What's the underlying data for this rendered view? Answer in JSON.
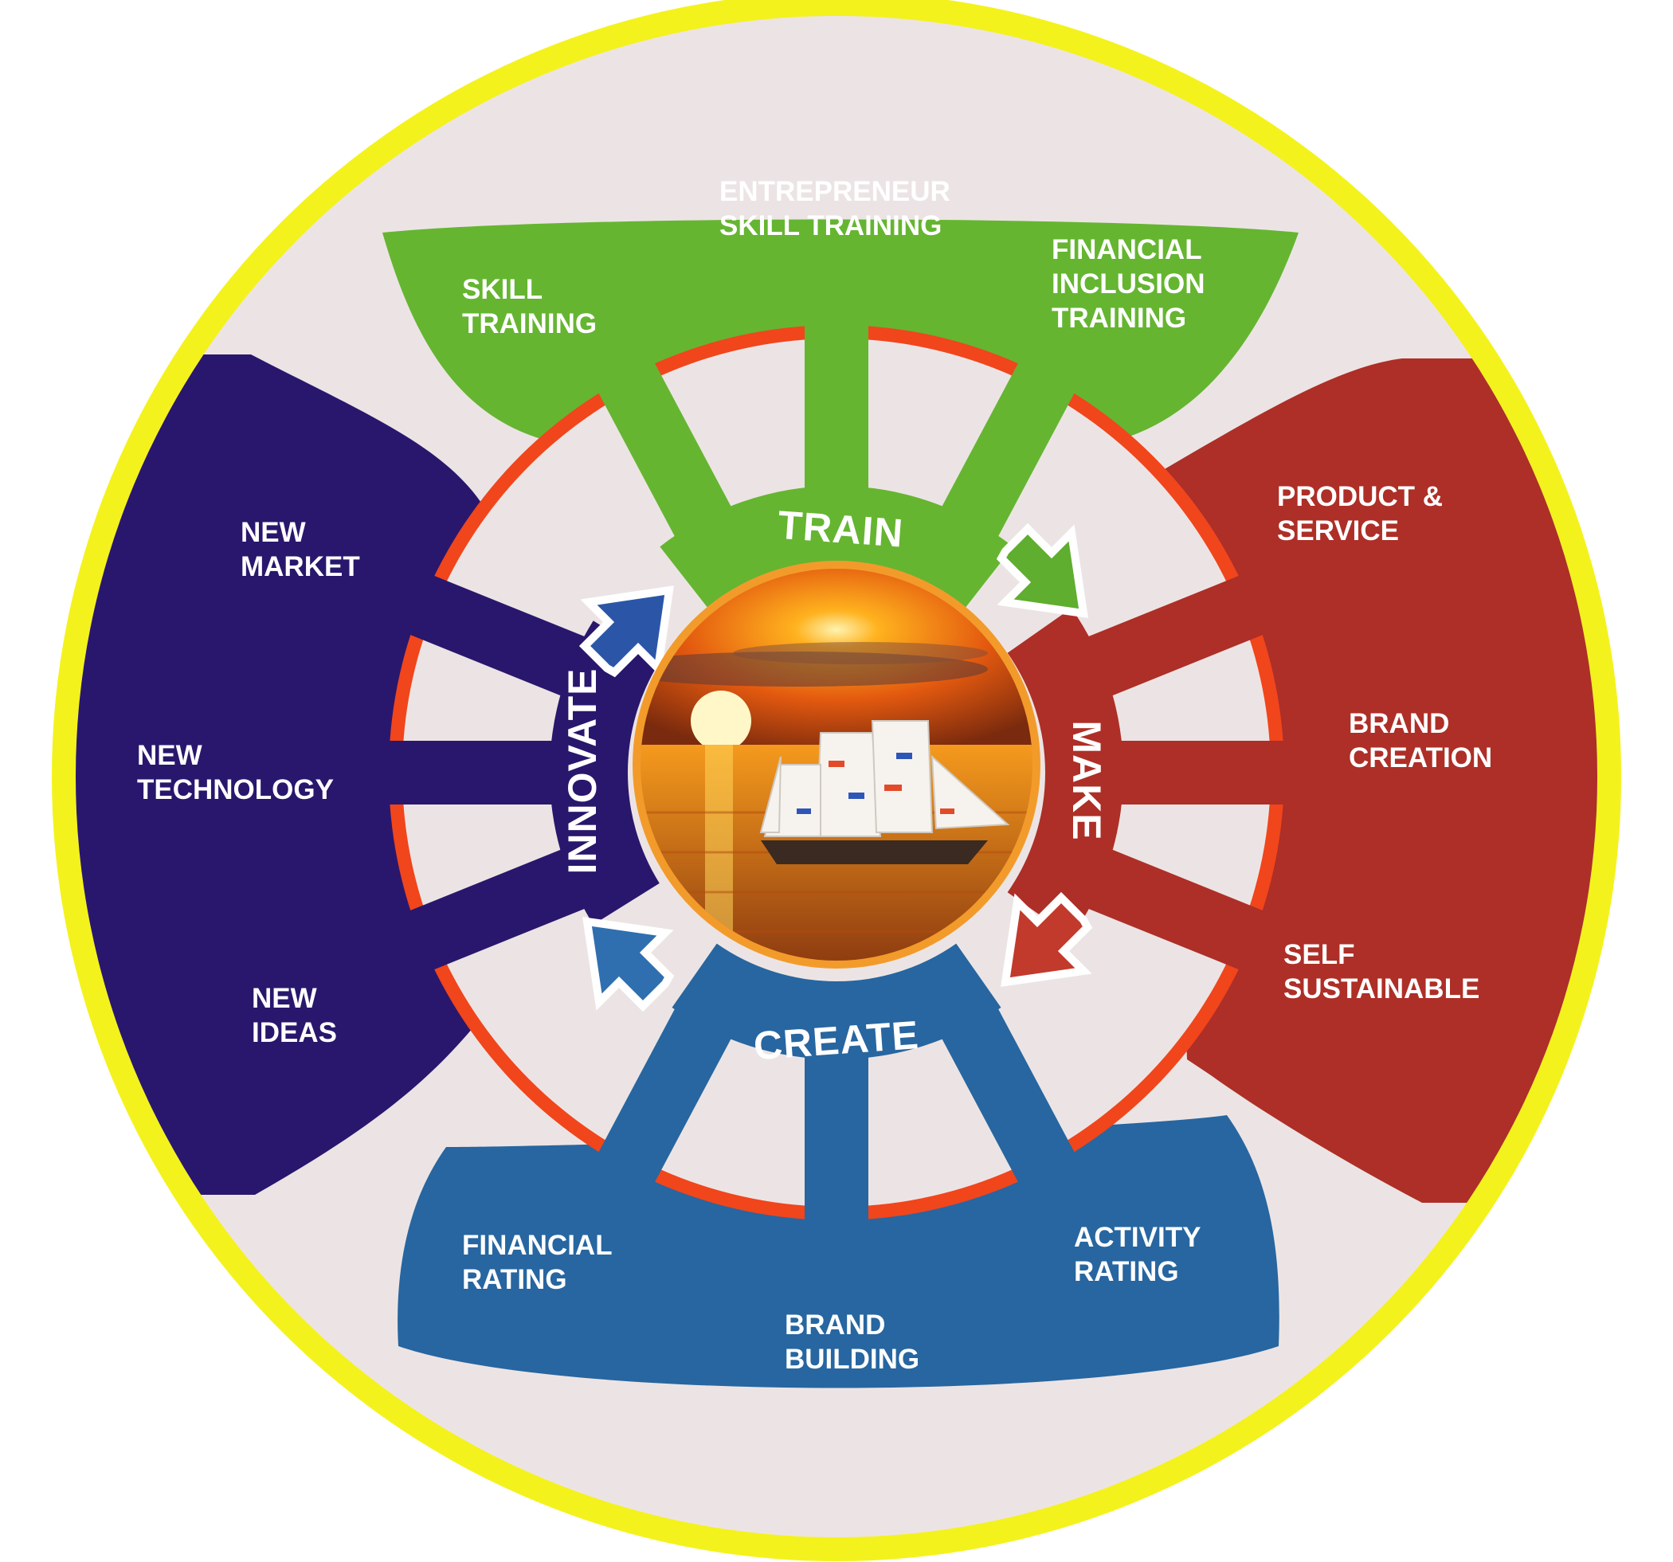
{
  "colors": {
    "outer_ring": "#f4f21c",
    "background_disc": "#ece4e4",
    "inner_ring": "#f1451c",
    "train": "#65b531",
    "make": "#ad2f27",
    "create": "#2766a0",
    "innovate": "#29176d",
    "center_frame": "#f29b2b"
  },
  "center": {
    "image": "sailing-ship-at-sunset"
  },
  "stages": {
    "train": {
      "label": "TRAIN",
      "items": [
        [
          "ENTREPRENEUR",
          "SKILL TRAINING"
        ],
        [
          "SKILL",
          "TRAINING"
        ],
        [
          "FINANCIAL",
          "INCLUSION",
          "TRAINING"
        ]
      ]
    },
    "make": {
      "label": "MAKE",
      "items": [
        [
          "PRODUCT &",
          "SERVICE"
        ],
        [
          "BRAND",
          "CREATION"
        ],
        [
          "SELF",
          "SUSTAINABLE"
        ]
      ]
    },
    "create": {
      "label": "CREATE",
      "items": [
        [
          "FINANCIAL",
          "RATING"
        ],
        [
          "BRAND",
          "BUILDING"
        ],
        [
          "ACTIVITY",
          "RATING"
        ]
      ]
    },
    "innovate": {
      "label": "INNOVATE",
      "items": [
        [
          "NEW",
          "MARKET"
        ],
        [
          "NEW",
          "TECHNOLOGY"
        ],
        [
          "NEW",
          "IDEAS"
        ]
      ]
    }
  }
}
